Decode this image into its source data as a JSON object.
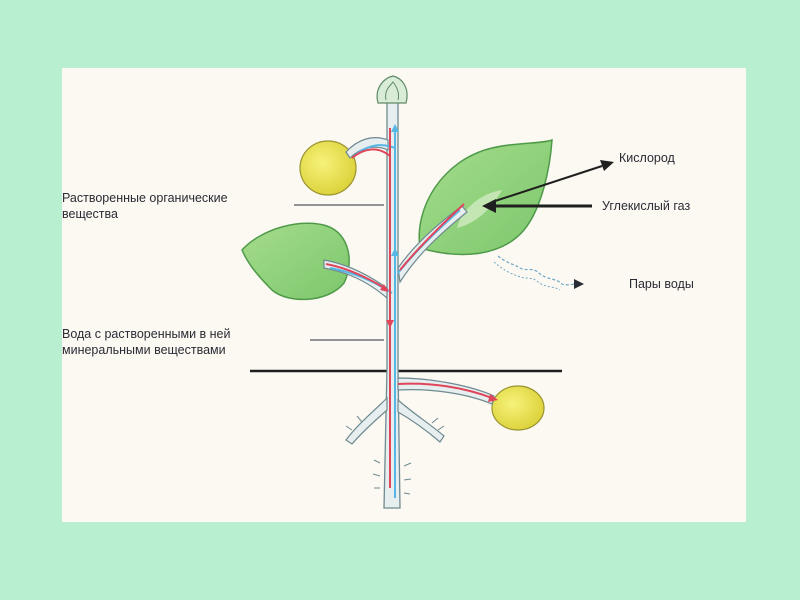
{
  "labels": {
    "oxygen": "Кислород",
    "co2": "Углекислый газ",
    "water_vapor": "Пары воды",
    "organic_line1": "Растворенные органические",
    "organic_line2": "вещества",
    "mineral_line1": "Вода с растворенными в ней",
    "mineral_line2": "минеральными веществами"
  },
  "colors": {
    "background": "#b8efd0",
    "panel": "#fbf9f2",
    "leaf": "#8fd27a",
    "leaf_edge": "#4f9a49",
    "fruit": "#eae34a",
    "stem": "#e6eef0",
    "water_flow": "#56b6e4",
    "organic_flow": "#e0455a"
  }
}
